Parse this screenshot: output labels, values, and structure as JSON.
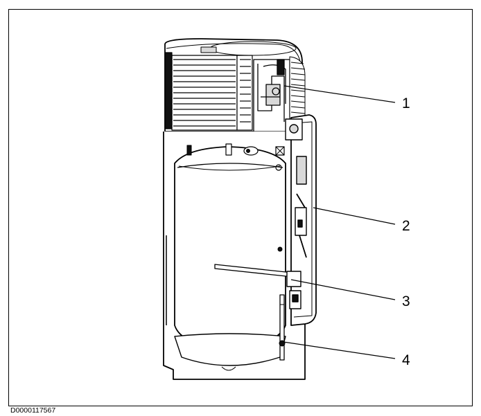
{
  "document_id": "D0000117567",
  "callouts": [
    "1",
    "2",
    "3",
    "4"
  ],
  "colors": {
    "line": "#000000",
    "background": "#ffffff",
    "shade": "#d9d9d9"
  }
}
